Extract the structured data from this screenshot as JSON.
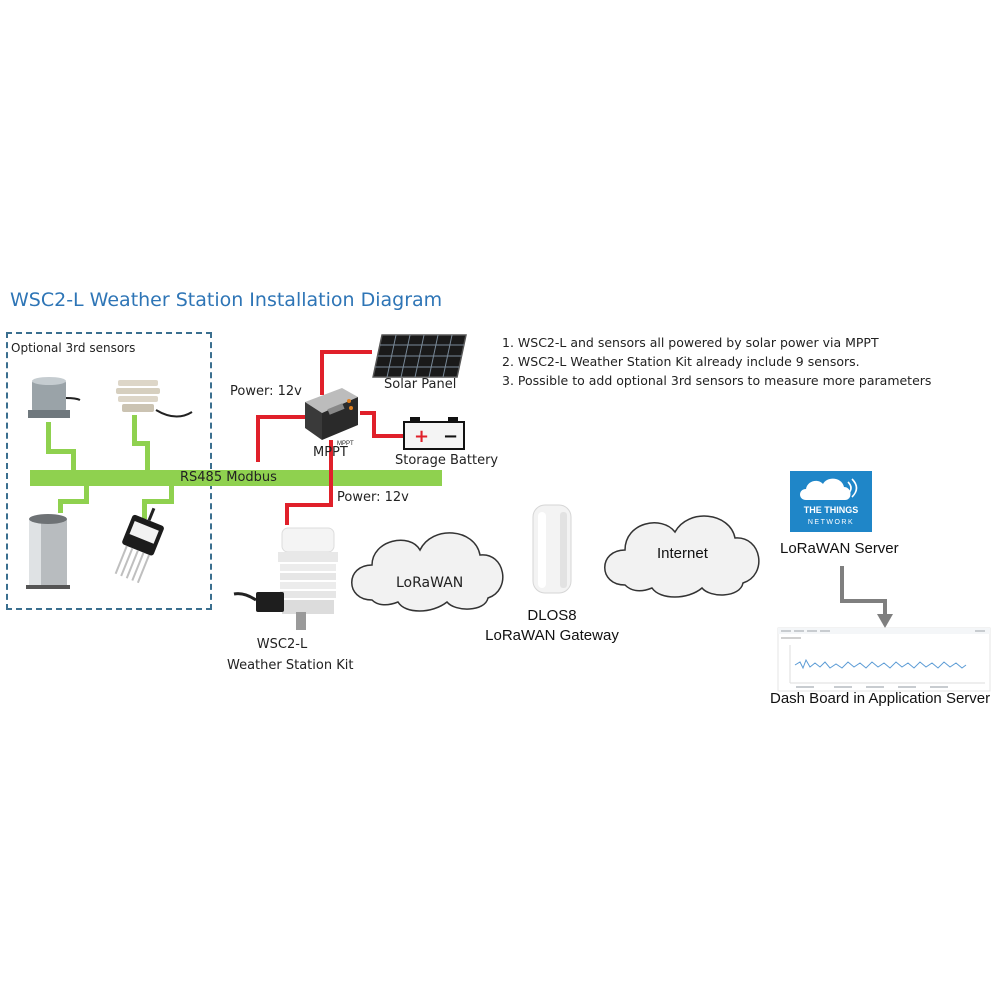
{
  "title": "WSC2-L Weather Station Installation Diagram",
  "notes": [
    "1. WSC2-L and sensors all powered by solar power via MPPT",
    "2. WSC2-L Weather Station Kit already include 9 sensors.",
    "3. Possible to add optional 3rd sensors to measure more parameters"
  ],
  "optional_box_label": "Optional 3rd sensors",
  "bus_label": "RS485 Modbus",
  "power_label_top": "Power: 12v",
  "power_label_bottom": "Power: 12v",
  "mppt_label": "MPPT",
  "mppt_device_text": "MPPT",
  "solar_label": "Solar Panel",
  "battery_label": "Storage Battery",
  "battery_plus": "+",
  "battery_minus": "−",
  "station_label_line1": "WSC2-L",
  "station_label_line2": "Weather Station Kit",
  "lorawan_cloud": "LoRaWAN",
  "gateway_line1": "DLOS8",
  "gateway_line2": "LoRaWAN Gateway",
  "internet_cloud": "Internet",
  "ttn_logo_line1": "THE THINGS",
  "ttn_logo_line2": "NETWORK",
  "server_label": "LoRaWAN Server",
  "dashboard_label": "Dash Board in Application Server",
  "colors": {
    "title": "#2e75b6",
    "bus": "#8fd14f",
    "power_wire": "#e0202a",
    "dashed_border": "#3b6f8f",
    "ttn_blue": "#1f86c8"
  }
}
